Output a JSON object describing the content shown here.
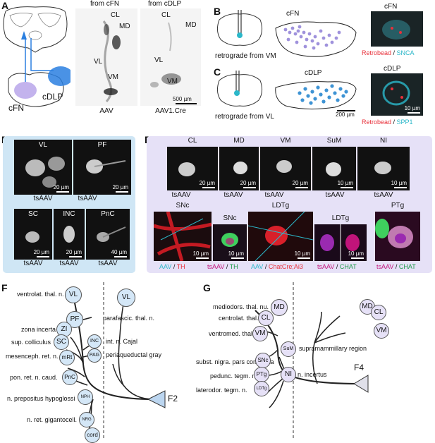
{
  "panel_letters": {
    "a": "A",
    "b": "B",
    "c": "C",
    "d": "D",
    "e": "E",
    "f": "F",
    "g": "G"
  },
  "panel_a": {
    "top_left_title": "from cFN",
    "top_right_title": "from cDLP",
    "left_labels": {
      "cl": "CL",
      "md": "MD",
      "vl": "VL",
      "vm": "VM"
    },
    "right_labels": {
      "cl": "CL",
      "md": "MD",
      "vl": "VL",
      "vm": "VM"
    },
    "scale": "500 µm",
    "cap_left": "AAV",
    "cap_right": "AAV1.Cre",
    "region_cfn": "cFN",
    "region_cdlp": "cDLP"
  },
  "panel_b": {
    "caption": "retrograde from VM",
    "cluster_label": "cFN",
    "micro_title": "cFN",
    "legend_a": "Retrobead",
    "legend_sep": " / ",
    "legend_b": "SNCA",
    "color_a": "#e8303a",
    "color_b": "#2bb7c9"
  },
  "panel_c": {
    "caption": "retrograde from VL",
    "cluster_label": "cDLP",
    "scale": "200 µm",
    "micro_title": "cDLP",
    "micro_scale": "10 µm",
    "legend_a": "Retrobead",
    "legend_sep": " / ",
    "legend_b": "SPP1"
  },
  "panel_d": {
    "cells": [
      {
        "title": "VL",
        "scale": "20 µm",
        "cap": "tsAAV"
      },
      {
        "title": "PF",
        "scale": "20 µm",
        "cap": "tsAAV"
      },
      {
        "title": "SC",
        "scale": "20 µm",
        "cap": "tsAAV"
      },
      {
        "title": "INC",
        "scale": "20 µm",
        "cap": "tsAAV"
      },
      {
        "title": "PnC",
        "scale": "40 µm",
        "cap": "tsAAV"
      }
    ]
  },
  "panel_e": {
    "top": [
      {
        "title": "CL",
        "scale": "20 µm",
        "cap": "tsAAV"
      },
      {
        "title": "MD",
        "scale": "20 µm",
        "cap": "tsAAV"
      },
      {
        "title": "VM",
        "scale": "20 µm",
        "cap": "tsAAV"
      },
      {
        "title": "SuM",
        "scale": "10 µm",
        "cap": "tsAAV"
      },
      {
        "title": "NI",
        "scale": "10 µm",
        "cap": "tsAAV"
      }
    ],
    "bottom": [
      {
        "title": "SNc",
        "scale": "10 µm"
      },
      {
        "title": "SNc",
        "scale": "10 µm"
      },
      {
        "title": "LDTg",
        "scale": "10 µm"
      },
      {
        "title": "LDTg",
        "scale": "10 µm"
      },
      {
        "title": "PTg",
        "scale": ""
      }
    ],
    "caps": {
      "c1a": "AAV",
      "c1sep": " / ",
      "c1b": "TH",
      "c2a": "tsAAV",
      "c2sep": " / ",
      "c2b": "TH",
      "c3a": "AAV",
      "c3sep": " / ",
      "c3b": "ChatCre;Ai3",
      "c4a": "tsAAV",
      "c4sep": " / ",
      "c4b": "CHAT",
      "c5a": "tsAAV",
      "c5sep": " / ",
      "c5b": "CHAT"
    },
    "colors": {
      "cyan": "#2bb7c9",
      "red": "#e8303a",
      "magenta": "#c0147a",
      "green": "#1f9a4a"
    }
  },
  "panel_f": {
    "left_rows": [
      {
        "name": "ventrolat. thal. n.",
        "node": "VL"
      },
      {
        "name": "zona incerta",
        "node": "ZI"
      },
      {
        "name": "sup. colliculus",
        "node": "SC"
      },
      {
        "name": "mesenceph. ret. n.",
        "node": "mRt"
      },
      {
        "name": "pon. ret. n. caud.",
        "node": "PnC"
      },
      {
        "name": "n. prepositus hypoglossi",
        "node": "NPH"
      },
      {
        "name": "n. ret. gigantocell.",
        "node": "NRG"
      },
      {
        "name": "",
        "node": "cord"
      }
    ],
    "mid_nodes": [
      {
        "node": "PF",
        "name": "parafascic. thal. n."
      },
      {
        "node": "INC",
        "name": "int. n. Cajal"
      },
      {
        "node": "PAG",
        "name": "periaqueductal gray"
      }
    ],
    "right_node": "VL",
    "root": "F2"
  },
  "panel_g": {
    "left_rows": [
      {
        "name": "mediodors. thal. nu.",
        "node": "MD"
      },
      {
        "name": "centrolat. thal. nu.",
        "node": "CL"
      },
      {
        "name": "ventromed. thal. n.",
        "node": "VM"
      },
      {
        "name": "subst. nigra. pars compacta",
        "node": "SNc"
      },
      {
        "name": "pedunc. tegm. n.",
        "node": "PTg"
      },
      {
        "name": "laterodor. tegm. n.",
        "node": "LDTg"
      }
    ],
    "mid_nodes": [
      {
        "node": "SuM",
        "name": "supramammillary region"
      },
      {
        "node": "NI",
        "name": "n. incertus"
      }
    ],
    "right_nodes": [
      "MD",
      "CL",
      "VM"
    ],
    "root": "F4"
  }
}
